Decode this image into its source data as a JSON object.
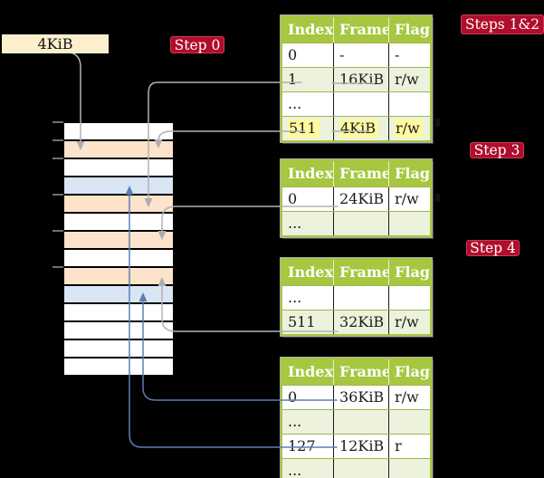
{
  "page_size_label": "4KiB",
  "badges": [
    {
      "id": "steps-1-2",
      "label": "Steps 1&2"
    },
    {
      "id": "step-0",
      "label": "Step 0"
    },
    {
      "id": "step-3",
      "label": "Step 3"
    },
    {
      "id": "step-4",
      "label": "Step 4"
    }
  ],
  "colors": {
    "background": "#000000",
    "badge_red": "#B00D2C",
    "table_header_green": "#A6C73F",
    "table_row_green": "#ECF2DC",
    "highlight_yellow": "#FFFA9E",
    "page_size_box_cream": "#FBEFCD",
    "frame_free_white": "#FFFFFF",
    "frame_pagetable_orange": "#FDE3C9",
    "frame_data_blue": "#D8E5F3",
    "connector_gray": "#B2B2B2",
    "connector_blue": "#5B7FB5"
  },
  "memory": {
    "cells": [
      {
        "type": "free"
      },
      {
        "type": "pagetable",
        "frame": "4KiB"
      },
      {
        "type": "free"
      },
      {
        "type": "data",
        "frame": "12KiB"
      },
      {
        "type": "pagetable",
        "frame": "16KiB"
      },
      {
        "type": "free"
      },
      {
        "type": "pagetable",
        "frame": "24KiB"
      },
      {
        "type": "free"
      },
      {
        "type": "pagetable",
        "frame": "32KiB"
      },
      {
        "type": "data",
        "frame": "36KiB"
      },
      {
        "type": "free"
      },
      {
        "type": "free"
      },
      {
        "type": "free"
      },
      {
        "type": "free"
      }
    ]
  },
  "tables": [
    {
      "id": "pt1",
      "headers": [
        "Index",
        "Frame",
        "Flags"
      ],
      "rows": [
        {
          "cells": [
            "0",
            "-",
            "-"
          ],
          "shade": false
        },
        {
          "cells": [
            "1",
            "16KiB",
            "r/w"
          ],
          "shade": true,
          "linked": true
        },
        {
          "cells": [
            "...",
            "",
            ""
          ],
          "shade": false
        },
        {
          "cells": [
            "511",
            "4KiB",
            "r/w"
          ],
          "shade": true,
          "highlight": true,
          "linked": true
        }
      ]
    },
    {
      "id": "pt2",
      "headers": [
        "Index",
        "Frame",
        "Flags"
      ],
      "rows": [
        {
          "cells": [
            "0",
            "24KiB",
            "r/w"
          ],
          "shade": false,
          "linked": true
        },
        {
          "cells": [
            "...",
            "",
            ""
          ],
          "shade": true
        }
      ]
    },
    {
      "id": "pt3",
      "headers": [
        "Index",
        "Frame",
        "Flags"
      ],
      "rows": [
        {
          "cells": [
            "...",
            "",
            ""
          ],
          "shade": false
        },
        {
          "cells": [
            "511",
            "32KiB",
            "r/w"
          ],
          "shade": true,
          "linked": true
        }
      ]
    },
    {
      "id": "pt4",
      "headers": [
        "Index",
        "Frame",
        "Flags"
      ],
      "rows": [
        {
          "cells": [
            "0",
            "36KiB",
            "r/w"
          ],
          "shade": false,
          "linked": true
        },
        {
          "cells": [
            "...",
            "",
            ""
          ],
          "shade": true
        },
        {
          "cells": [
            "127",
            "12KiB",
            "r"
          ],
          "shade": false,
          "linked": true
        },
        {
          "cells": [
            "...",
            "",
            ""
          ],
          "shade": true
        }
      ]
    }
  ],
  "connectors": [
    {
      "id": "page-size-to-frame-4kib",
      "from": "page-size-label",
      "to": "frame 4KiB",
      "color": "gray"
    },
    {
      "id": "pt1-idx1-to-frame-16kib",
      "from": "pt1 index 1",
      "to": "frame 16KiB",
      "color": "gray"
    },
    {
      "id": "pt1-idx511-to-frame-4kib",
      "from": "pt1 index 511",
      "to": "frame 4KiB",
      "color": "gray"
    },
    {
      "id": "pt2-idx0-to-frame-24kib",
      "from": "pt2 index 0",
      "to": "frame 24KiB",
      "color": "gray"
    },
    {
      "id": "pt3-idx511-to-frame-32kib",
      "from": "pt3 index 511",
      "to": "frame 32KiB",
      "color": "gray"
    },
    {
      "id": "pt4-idx0-to-frame-36kib",
      "from": "pt4 index 0",
      "to": "frame 36KiB",
      "color": "blue"
    },
    {
      "id": "pt4-idx127-to-frame-12kib",
      "from": "pt4 index 127",
      "to": "frame 12KiB",
      "color": "blue"
    }
  ]
}
